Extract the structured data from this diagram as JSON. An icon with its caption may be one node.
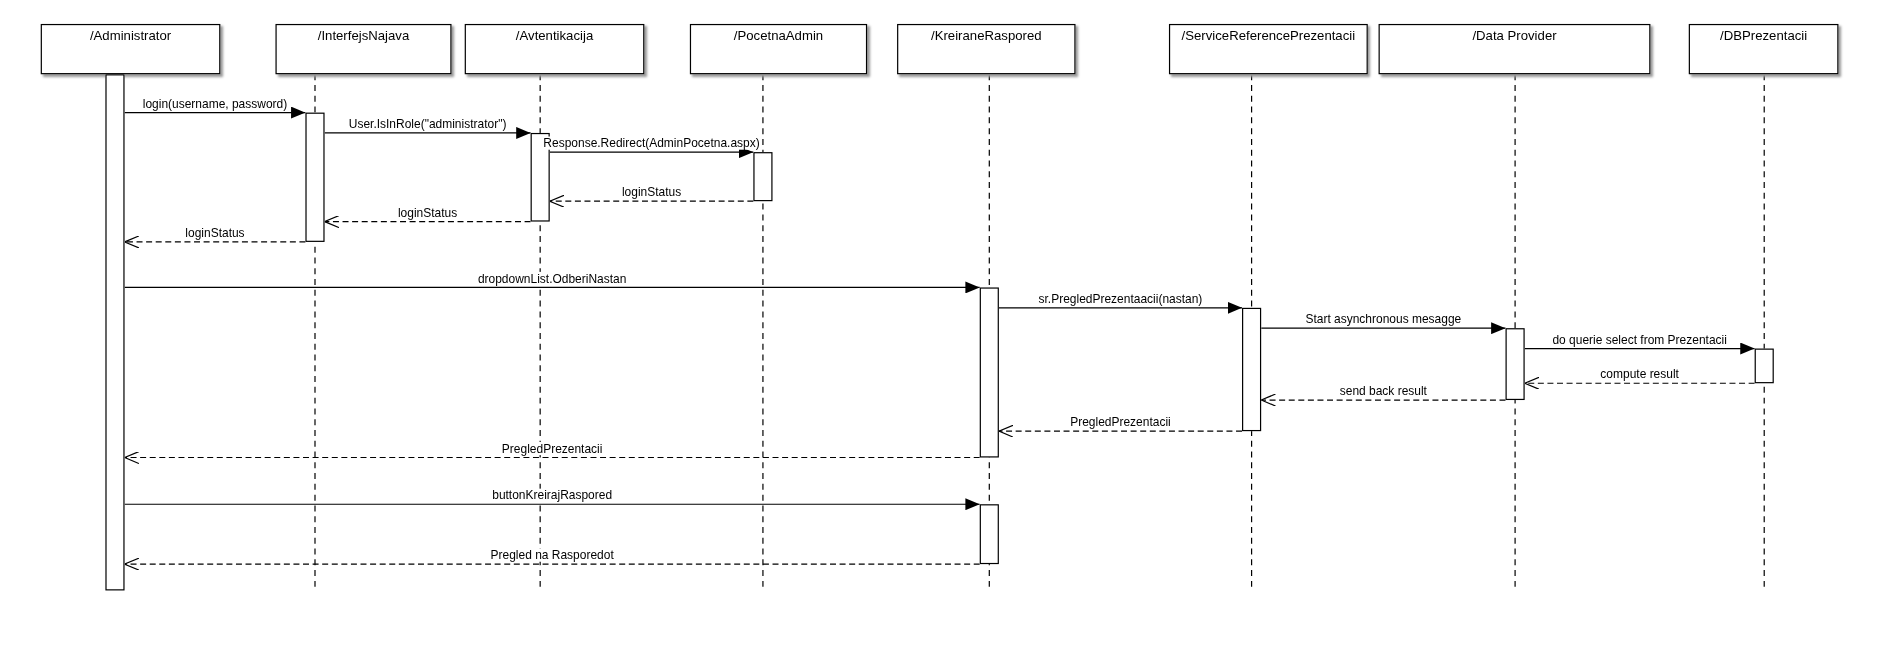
{
  "diagram": {
    "nodes": [
      {
        "text": [
          "/Administrator"
        ]
      },
      {
        "text": [
          "/InterfejsNajava"
        ]
      },
      {
        "text": [
          "/Avtentikacija"
        ]
      },
      {
        "text": [
          "/PocetnaAdmin"
        ]
      },
      {
        "text": [
          "/KreiraneRaspored"
        ]
      },
      {
        "text": [
          "/ServiceReferencePrezentacii"
        ]
      },
      {
        "text": [
          "/Data Provider"
        ]
      },
      {
        "text": [
          "/DBPrezentacii"
        ]
      },
      {
        "text": [],
        "shape": "bar"
      },
      {
        "text": [],
        "shape": "bar"
      },
      {
        "text": [],
        "shape": "bar"
      },
      {
        "text": [],
        "shape": "bar"
      },
      {
        "text": [],
        "shape": "bar"
      },
      {
        "text": [],
        "shape": "bar"
      },
      {
        "text": [],
        "shape": "bar"
      },
      {
        "text": [],
        "shape": "bar"
      },
      {
        "text": [],
        "shape": "bar"
      }
    ],
    "edges": [
      {
        "from": 8,
        "to": 9,
        "arrow": "to",
        "label": "login(username, password)"
      },
      {
        "from": 9,
        "to": 10,
        "arrow": "to",
        "label": "User.IsInRole(\"administrator\")"
      },
      {
        "from": 10,
        "to": 11,
        "arrow": "to",
        "label": "Response.Redirect(AdminPocetna.aspx)"
      },
      {
        "from": 11,
        "to": 10,
        "arrow": "to",
        "label": "loginStatus",
        "style": "dashed"
      },
      {
        "from": 10,
        "to": 9,
        "arrow": "to",
        "label": "loginStatus",
        "style": "dashed"
      },
      {
        "from": 9,
        "to": 8,
        "arrow": "to",
        "label": "loginStatus",
        "style": "dashed"
      },
      {
        "from": 8,
        "to": 12,
        "arrow": "to",
        "label": "dropdownList.OdberiNastan"
      },
      {
        "from": 12,
        "to": 13,
        "arrow": "to",
        "label": "sr.PregledPrezentaacii(nastan)"
      },
      {
        "from": 13,
        "to": 14,
        "arrow": "to",
        "label": "Start asynchronous mesagge"
      },
      {
        "from": 14,
        "to": 15,
        "arrow": "to",
        "label": "do querie select from Prezentacii"
      },
      {
        "from": 15,
        "to": 14,
        "arrow": "to",
        "label": "compute result",
        "style": "dashed"
      },
      {
        "from": 14,
        "to": 13,
        "arrow": "to",
        "label": "send back result",
        "style": "dashed"
      },
      {
        "from": 13,
        "to": 12,
        "arrow": "to",
        "label": "PregledPrezentacii",
        "style": "dashed"
      },
      {
        "from": 12,
        "to": 8,
        "arrow": "to",
        "label": "PregledPrezentacii",
        "style": "dashed"
      },
      {
        "from": 8,
        "to": 16,
        "arrow": "to",
        "label": "buttonKreirajRaspored"
      },
      {
        "from": 16,
        "to": 8,
        "arrow": "to",
        "label": "Pregled na Rasporedot",
        "style": "dashed"
      }
    ]
  }
}
